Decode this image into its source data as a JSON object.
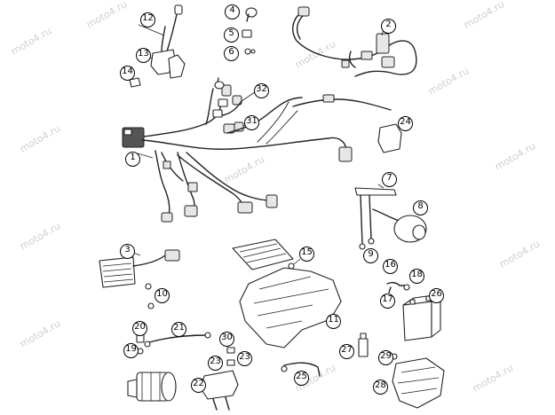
{
  "watermark": "moto4.ru",
  "callouts": [
    "1",
    "2",
    "3",
    "4",
    "5",
    "6",
    "7",
    "8",
    "9",
    "10",
    "11",
    "12",
    "13",
    "14",
    "15",
    "16",
    "17",
    "18",
    "19",
    "20",
    "21",
    "22",
    "23",
    "23",
    "24",
    "25",
    "26",
    "27",
    "28",
    "29",
    "30",
    "31",
    "32"
  ]
}
